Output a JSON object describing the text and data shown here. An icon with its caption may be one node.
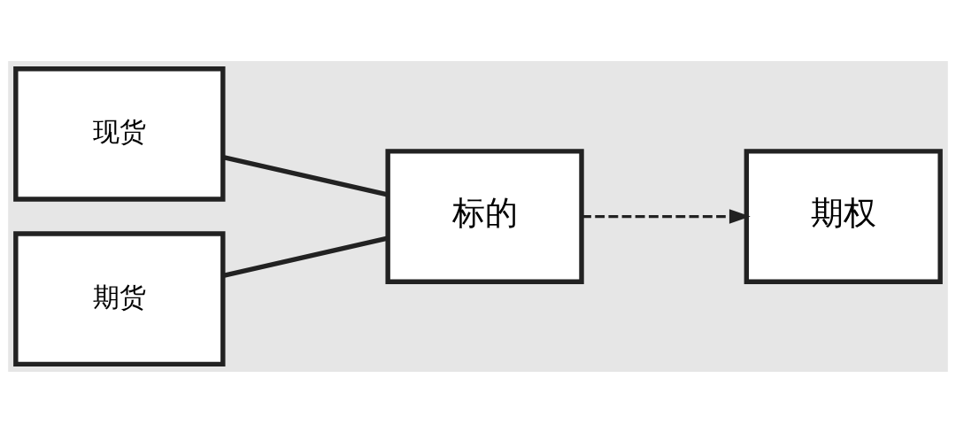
{
  "diagram": {
    "nodes": [
      {
        "text": [
          "现货"
        ]
      },
      {
        "text": [
          "期货"
        ]
      },
      {
        "text": [
          "标的"
        ]
      },
      {
        "text": [
          "期权"
        ]
      }
    ],
    "edges": [
      {
        "from": 0,
        "to": 2,
        "arrow": "none"
      },
      {
        "from": 1,
        "to": 2,
        "arrow": "none"
      },
      {
        "from": 2,
        "to": 3,
        "arrow": "to",
        "style": "dashed"
      }
    ]
  }
}
